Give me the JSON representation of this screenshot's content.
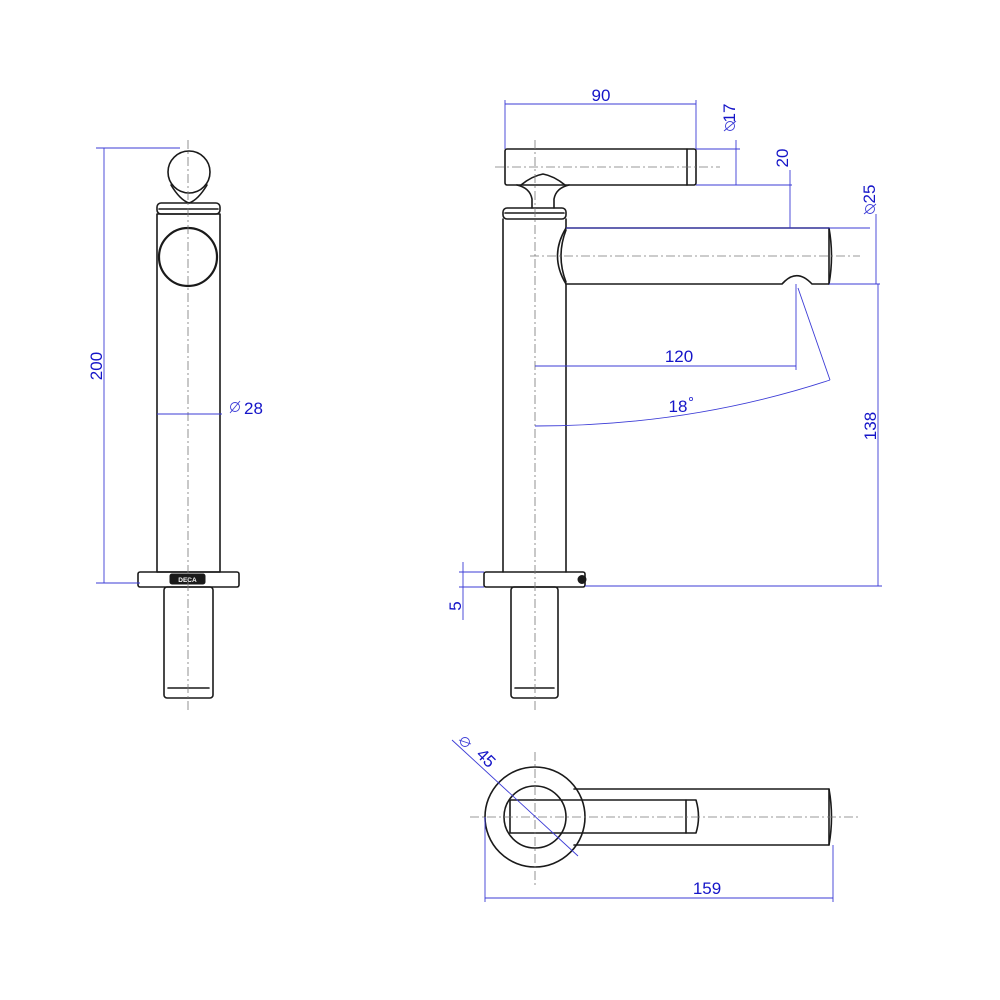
{
  "dimensions": {
    "side_height": "200",
    "side_diameter": "28",
    "lever_length": "90",
    "lever_diameter": "17",
    "lever_offset": "20",
    "spout_diameter": "25",
    "spout_reach": "120",
    "spout_angle": "18",
    "spout_height": "138",
    "base_thickness": "5",
    "base_diameter": "45",
    "total_length": "159"
  },
  "markings": {
    "brand": "DECA"
  },
  "colors": {
    "outline": "#1a1a1a",
    "dimension": "#1515c8",
    "centerline": "#777777"
  }
}
